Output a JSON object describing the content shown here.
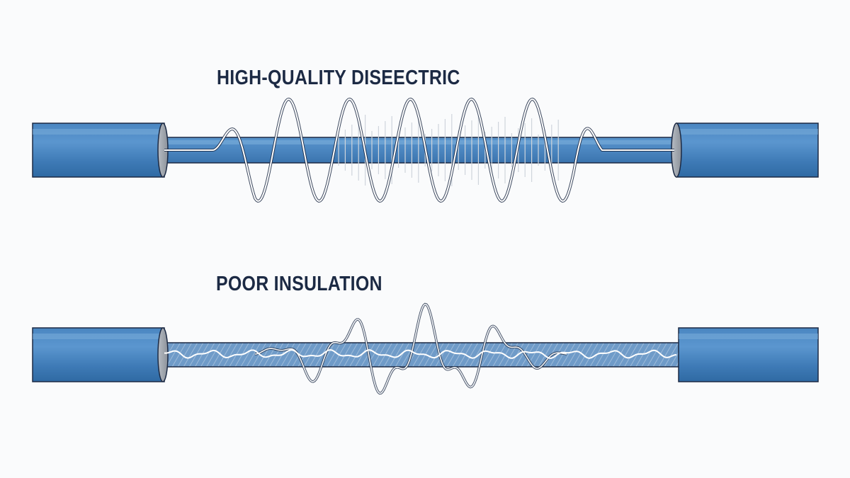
{
  "panels": [
    {
      "id": "high-quality",
      "title": "HIGH-QUALITY DISEECTRIC"
    },
    {
      "id": "poor-insulation",
      "title": "POOR INSULATION"
    }
  ],
  "colors": {
    "cable_blue": "#4a86c1",
    "cable_highlight": "#7eb0dc",
    "cable_shadow": "#2f6aa3",
    "outline": "#1c2a44",
    "wave_stroke": "#d9dde3",
    "title_color": "#1c2a44"
  }
}
